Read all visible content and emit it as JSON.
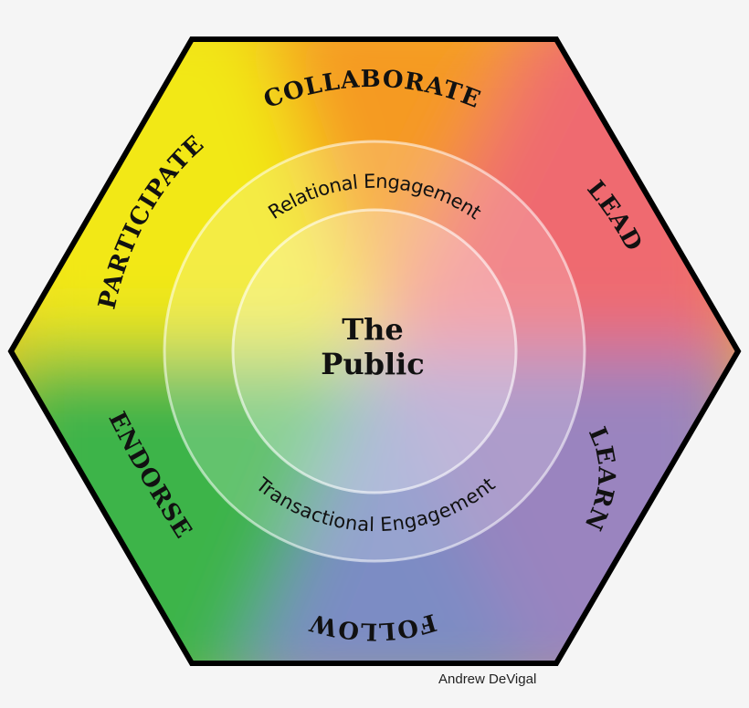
{
  "diagram": {
    "center": {
      "line1": "The",
      "line2": "Public"
    },
    "rings": {
      "top": "Relational Engagement",
      "bottom": "Transactional Engagement"
    },
    "segments": [
      {
        "id": "collaborate",
        "label": "COLLABORATE",
        "color": "#f59a23"
      },
      {
        "id": "lead",
        "label": "LEAD",
        "color": "#ef6a6f"
      },
      {
        "id": "learn",
        "label": "LEARN",
        "color": "#9a84bf"
      },
      {
        "id": "follow",
        "label": "FOLLOW",
        "color": "#7b8cc4"
      },
      {
        "id": "endorse",
        "label": "ENDORSE",
        "color": "#3cb44a"
      },
      {
        "id": "participate",
        "label": "PARTICIPATE",
        "color": "#f2e814"
      }
    ],
    "credit": "Andrew DeVigal"
  }
}
